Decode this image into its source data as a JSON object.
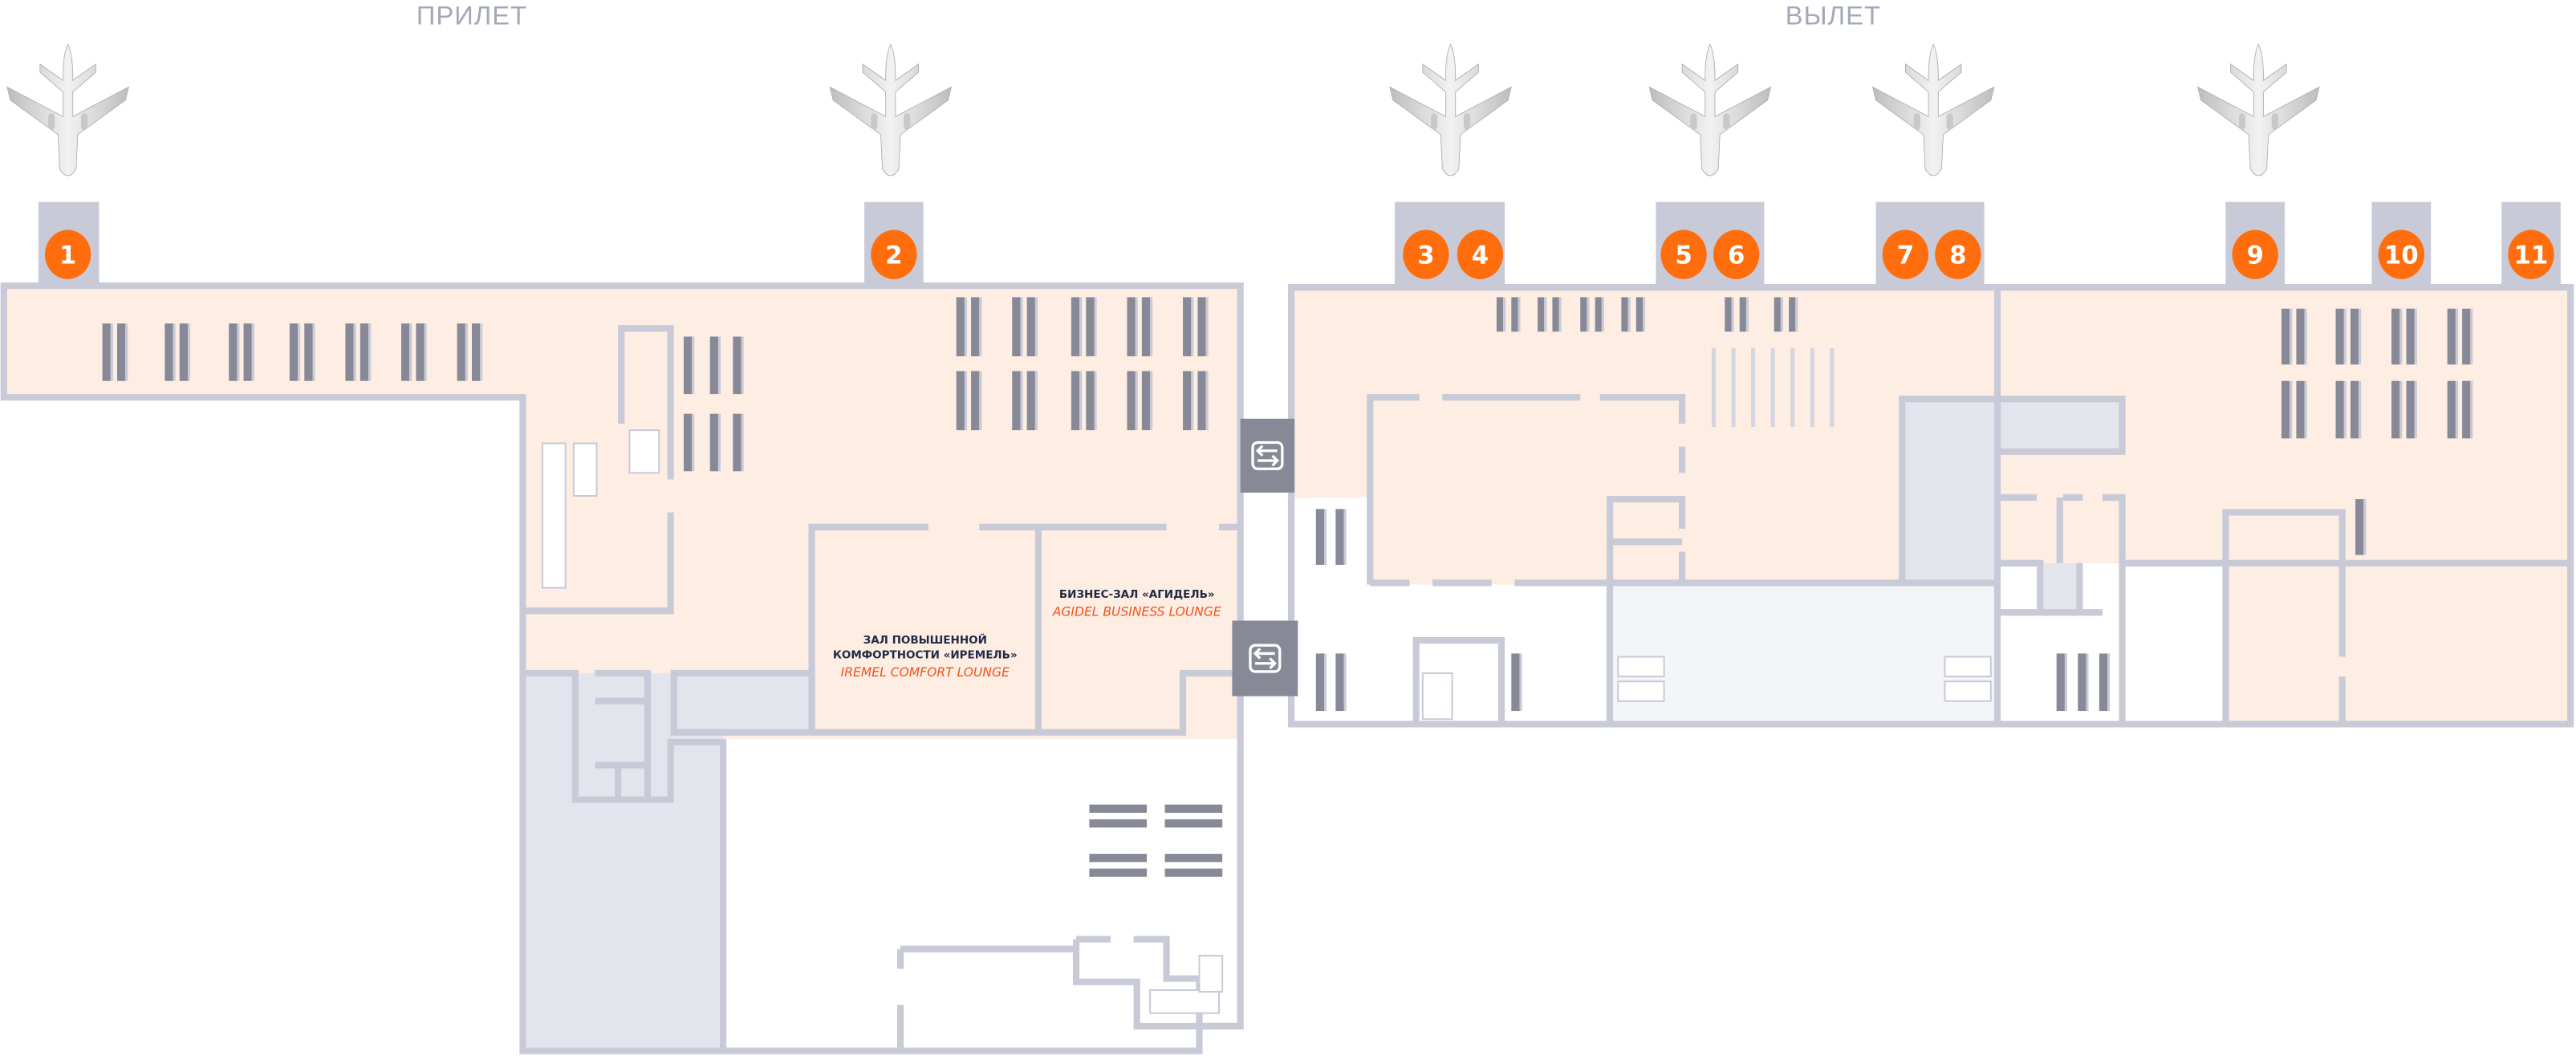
{
  "zones": {
    "arrival": "ПРИЛЕТ",
    "departure": "ВЫЛЕТ"
  },
  "gates": [
    "1",
    "2",
    "3",
    "4",
    "5",
    "6",
    "7",
    "8",
    "9",
    "10",
    "11"
  ],
  "lounges": [
    {
      "ru_line1": "ЗАЛ ПОВЫШЕННОЙ",
      "ru_line2": "КОМФОРТНОСТИ «ИРЕМЕЛЬ»",
      "en": "IREMEL COMFORT LOUNGE"
    },
    {
      "ru_line1": "БИЗНЕС-ЗАЛ «АГИДЕЛЬ»",
      "en": "AGIDEL BUSINESS LOUNGE"
    }
  ],
  "icons": {
    "plane": "airplane-icon",
    "transfer": "transfer-arrows-icon"
  },
  "colors": {
    "gate_badge": "#FF6D0C",
    "floor": "#FEEDE3",
    "wall": "#C8CAD8",
    "seat": "#878A96",
    "accent_text": "#F0531E"
  }
}
